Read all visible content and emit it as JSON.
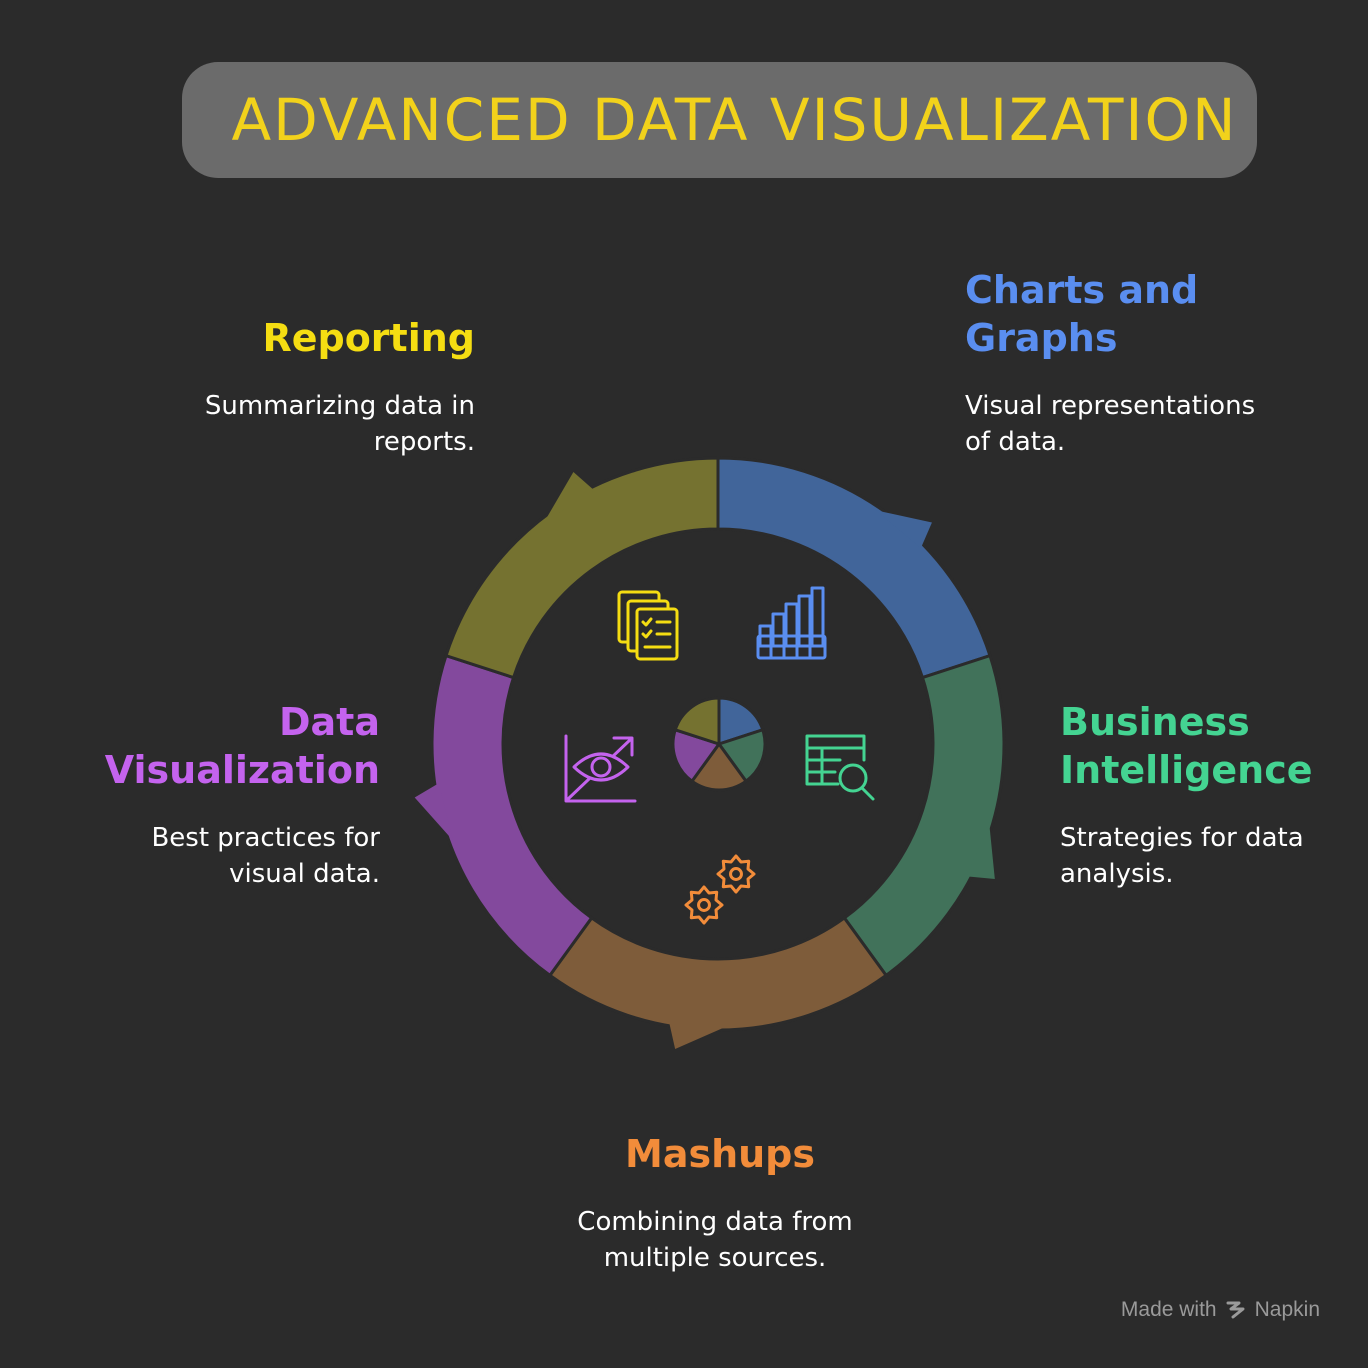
{
  "title": "ADVANCED DATA VISUALIZATION",
  "colors": {
    "background": "#2b2b2b",
    "title_box": "#6b6b6b",
    "title_text": "#f2d21b"
  },
  "segments": [
    {
      "id": "reporting",
      "heading": "Reporting",
      "description": "Summarizing data in reports.",
      "desc_lines": [
        "Summarizing data in",
        "reports."
      ],
      "text_color": "#f5dd12",
      "ring_color": "#757230",
      "icon": "checklist-documents-icon"
    },
    {
      "id": "charts",
      "heading_lines": [
        "Charts and",
        "Graphs"
      ],
      "description": "Visual representations of data.",
      "desc_lines": [
        "Visual representations",
        "of data."
      ],
      "text_color": "#5a8ef0",
      "ring_color": "#41659a",
      "icon": "bar-chart-icon"
    },
    {
      "id": "bi",
      "heading_lines": [
        "Business",
        "Intelligence"
      ],
      "description": "Strategies for data analysis.",
      "desc_lines": [
        "Strategies for data",
        "analysis."
      ],
      "text_color": "#44d492",
      "ring_color": "#41725a",
      "icon": "table-search-icon"
    },
    {
      "id": "mashups",
      "heading": "Mashups",
      "description": "Combining data from multiple sources.",
      "desc_lines": [
        "Combining data from",
        "multiple sources."
      ],
      "text_color": "#f28c3a",
      "ring_color": "#7e5c3a",
      "icon": "gears-icon"
    },
    {
      "id": "dataviz",
      "heading_lines": [
        "Data",
        "Visualization"
      ],
      "description": "Best practices for visual data.",
      "desc_lines": [
        "Best practices for",
        "visual data."
      ],
      "text_color": "#c463ee",
      "ring_color": "#83499d",
      "icon": "eye-chart-icon"
    }
  ],
  "footer": {
    "made_with": "Made with",
    "brand": "Napkin"
  }
}
